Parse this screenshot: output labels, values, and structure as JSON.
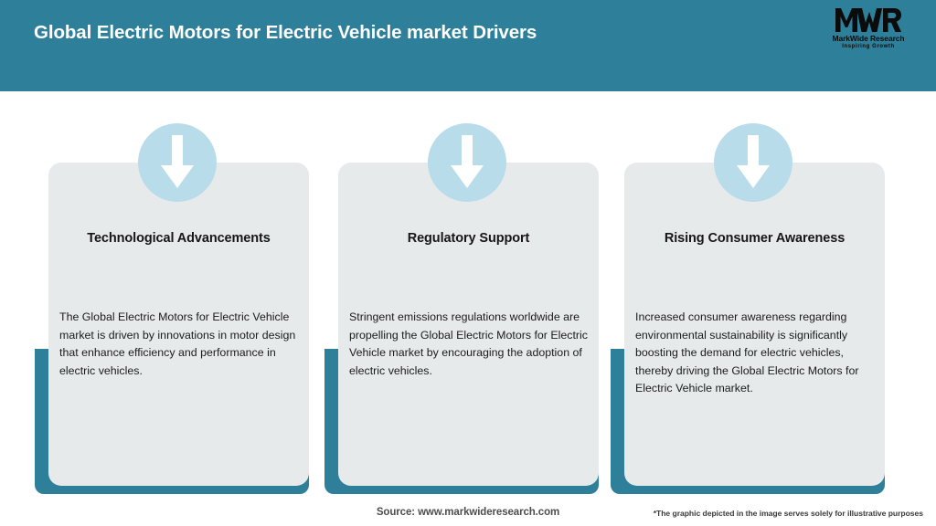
{
  "header": {
    "title": "Global Electric Motors for Electric Vehicle market Drivers",
    "background_color": "#2e7f99",
    "title_color": "#ffffff"
  },
  "logo": {
    "mark": "MWR",
    "name": "MarkWide Research",
    "tagline": "Inspiring Growth"
  },
  "cards": [
    {
      "icon": "down-arrow-icon",
      "title": "Technological Advancements",
      "body": "The Global Electric Motors for Electric Vehicle market is driven by innovations in motor design that enhance efficiency and performance in electric vehicles."
    },
    {
      "icon": "down-arrow-icon",
      "title": "Regulatory Support",
      "body": "Stringent emissions regulations worldwide are propelling the Global Electric Motors for Electric Vehicle market by encouraging the adoption of electric vehicles."
    },
    {
      "icon": "down-arrow-icon",
      "title": "Rising Consumer Awareness",
      "body": "Increased consumer awareness regarding environmental sustainability is significantly boosting the demand for electric vehicles, thereby driving the Global Electric Motors for Electric Vehicle market."
    }
  ],
  "footer": {
    "source": "Source: www.markwideresearch.com",
    "disclaimer": "*The graphic depicted in the image serves solely for illustrative purposes"
  },
  "colors": {
    "teal": "#2e7f99",
    "card_grey": "#e7eaeb",
    "badge_blue": "#b9dcea",
    "page_background": "#ffffff"
  }
}
